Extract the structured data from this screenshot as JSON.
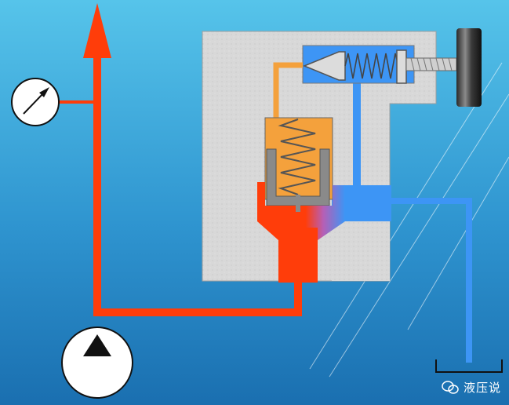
{
  "diagram": {
    "kind": "pilot-operated relief valve schematic",
    "colors": {
      "background_top": "#56c4ea",
      "background_bottom": "#1a73b5",
      "pressure_line": "#ff3d0a",
      "return_line": "#3d95f5",
      "pilot_line": "#f4a13c",
      "valve_body": "#d9d9d9",
      "spring": "#555555"
    },
    "components": [
      "pump",
      "pressure-gauge",
      "main-spool",
      "main-spring",
      "pilot-poppet",
      "pilot-spring",
      "adjust-knob",
      "tank"
    ]
  },
  "watermark": {
    "text": "液压说"
  }
}
